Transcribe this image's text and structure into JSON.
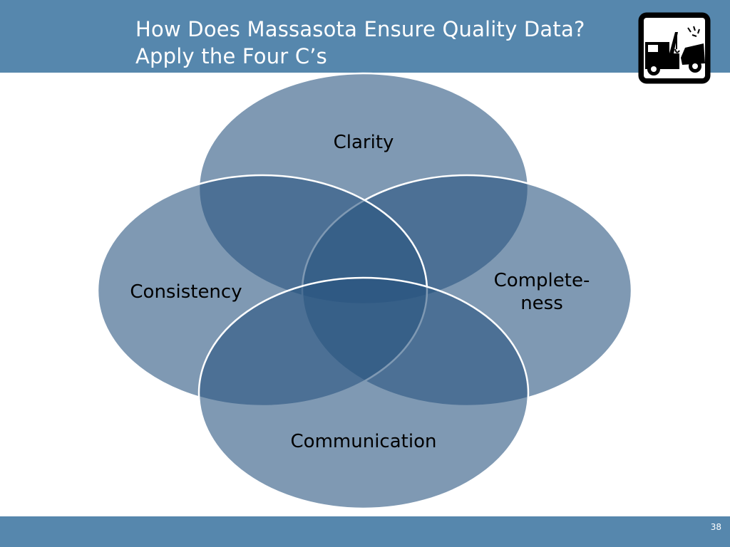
{
  "slide": {
    "title_line1": "How Does Massasota Ensure Quality Data?",
    "title_line2": "Apply the Four C’s",
    "page_number": "38"
  },
  "diagram": {
    "circles": [
      {
        "label": "Clarity"
      },
      {
        "label": "Complete-",
        "label2": "ness"
      },
      {
        "label": "Consistency"
      },
      {
        "label": "Communication"
      }
    ]
  },
  "colors": {
    "header": "#5687ad",
    "ellipse_fill": "#2a5580"
  },
  "logo_icon": "tow-truck-icon"
}
